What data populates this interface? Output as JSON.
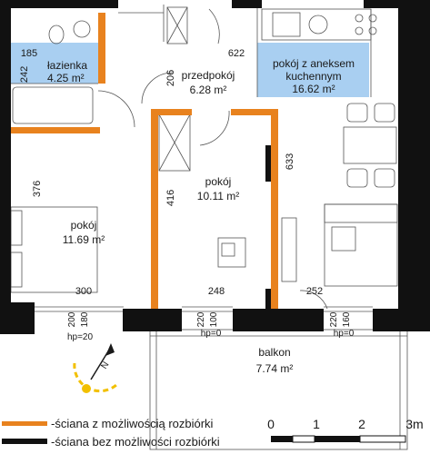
{
  "colors": {
    "wall": "#111111",
    "removable_wall": "#e8821e",
    "wet_room": "#a9cff1",
    "line": "#555555",
    "background": "#ffffff"
  },
  "rooms": {
    "bathroom": {
      "name": "łazienka",
      "area": "4.25 m²"
    },
    "hall": {
      "name": "przedpokój",
      "area": "6.28 m²"
    },
    "kitchen": {
      "name_line1": "pokój z aneksem",
      "name_line2": "kuchennym",
      "area": "16.62 m²"
    },
    "room_middle": {
      "name": "pokój",
      "area": "10.11 m²"
    },
    "room_left": {
      "name": "pokój",
      "area": "11.69 m²"
    },
    "balcony": {
      "name": "balkon",
      "area": "7.74 m²"
    }
  },
  "dimensions": {
    "d185": "185",
    "d242": "242",
    "d622": "622",
    "d206": "206",
    "d633": "633",
    "d416": "416",
    "d376": "376",
    "d300": "300",
    "d248": "248",
    "d252": "252"
  },
  "windows": {
    "w1_width": "200",
    "w1_height": "180",
    "w1_sill": "hp=20",
    "w2_width": "220",
    "w2_height": "100",
    "w2_sill": "hp=0",
    "w3_width": "220",
    "w3_height": "160",
    "w3_sill": "hp=0"
  },
  "compass": {
    "label": "N"
  },
  "legend": {
    "removable": "-ściana z możliwością rozbiórki",
    "non_removable": "-ściana bez możliwości rozbiórki"
  },
  "scale": {
    "t0": "0",
    "t1": "1",
    "t2": "2",
    "t3": "3m"
  }
}
